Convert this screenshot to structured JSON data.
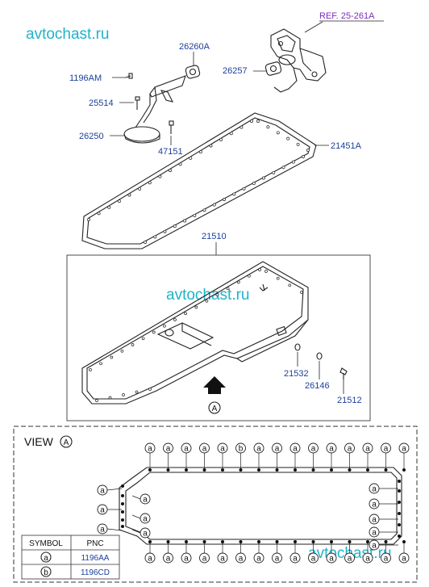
{
  "watermark": "avtochast.ru",
  "reference": "REF. 25-261A",
  "callouts": {
    "oil_screen_bracket": "26260A",
    "bolt_top": "1196AM",
    "bolt_left": "25514",
    "strainer": "26250",
    "bolt_bottom": "47151",
    "gasket_pipe": "26257",
    "pan_gasket": "21451A",
    "oil_pan": "21510",
    "drain_washer": "21532",
    "drain_plug_ring": "26146",
    "drain_plug": "21512"
  },
  "arrow_label": "A",
  "view": {
    "title": "VIEW",
    "title_letter": "A",
    "top_row": [
      "a",
      "a",
      "a",
      "a",
      "a",
      "b",
      "a",
      "a",
      "a",
      "a",
      "a",
      "a",
      "a",
      "a",
      "a"
    ],
    "bottom_row": [
      "a",
      "a",
      "a",
      "a",
      "a",
      "a",
      "a",
      "a",
      "a",
      "a",
      "a",
      "a",
      "a",
      "a",
      "a"
    ],
    "left_col": [
      "a",
      "a",
      "a"
    ],
    "left_inner": [
      "a",
      "a",
      "a"
    ],
    "right_col": [
      "a",
      "a",
      "a",
      "a",
      "a"
    ]
  },
  "symbol_table": {
    "headers": [
      "SYMBOL",
      "PNC"
    ],
    "rows": [
      {
        "symbol": "a",
        "pnc": "1196AA"
      },
      {
        "symbol": "b",
        "pnc": "1196CD"
      }
    ]
  },
  "colors": {
    "callout": "#1b3f9a",
    "watermark": "#1fb3c9",
    "reference": "#7b2cbf"
  }
}
